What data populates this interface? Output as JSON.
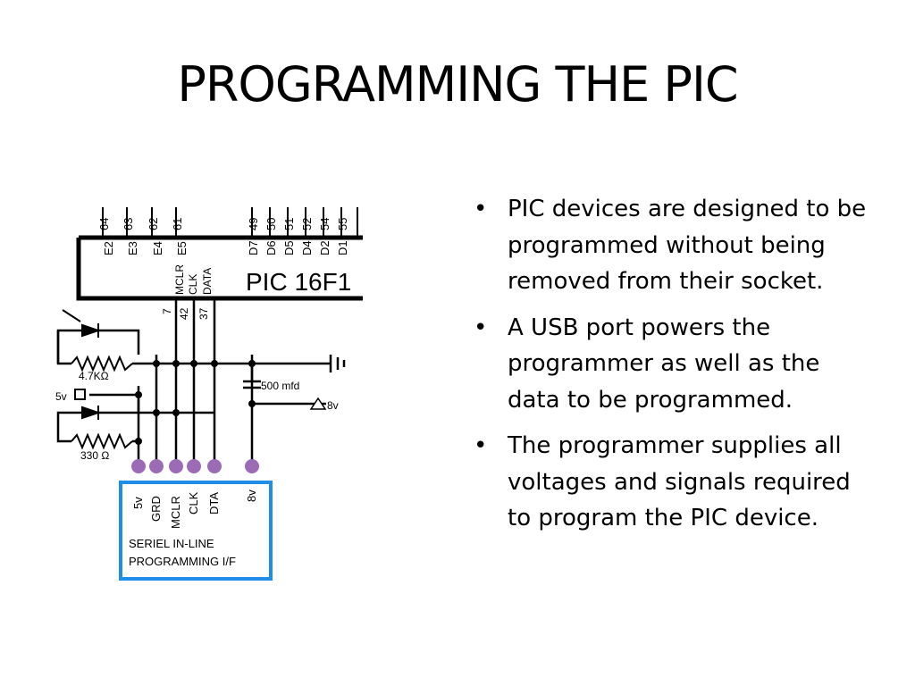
{
  "slide": {
    "title": "PROGRAMMING THE PIC",
    "bullet_symbol": "•",
    "bullets": [
      "PIC devices are designed to be programmed without being removed from their socket.",
      "A USB port powers the programmer as well as the data to be programmed.",
      "The programmer supplies all voltages and signals required to program the PIC device."
    ]
  },
  "diagram": {
    "chip_label": "PIC 16F1",
    "top_pins_left": [
      "64",
      "63",
      "62",
      "61"
    ],
    "top_pins_right": [
      "49",
      "50",
      "51",
      "52",
      "54",
      "55"
    ],
    "port_pins_left": [
      "E2",
      "E3",
      "E4",
      "E5"
    ],
    "port_pins_right": [
      "D7",
      "D6",
      "D5",
      "D4",
      "D2",
      "D1"
    ],
    "signal_labels": [
      "MCLR",
      "CLK",
      "DATA"
    ],
    "signal_pins": [
      "7",
      "42",
      "37"
    ],
    "resistor_top": "4.7KΩ",
    "resistor_bottom": "330 Ω",
    "supply_label": "5v",
    "capacitor_label": "500 mfd",
    "vpp_label": "8v",
    "connector_pins": [
      "5v",
      "GRD",
      "MCLR",
      "CLK",
      "DTA",
      "8v"
    ],
    "connector_title_1": "SERIEL IN-LINE",
    "connector_title_2": "PROGRAMMING I/F",
    "colors": {
      "connector_border": "#1f8ee8",
      "pad": "#9b6bb5"
    }
  }
}
